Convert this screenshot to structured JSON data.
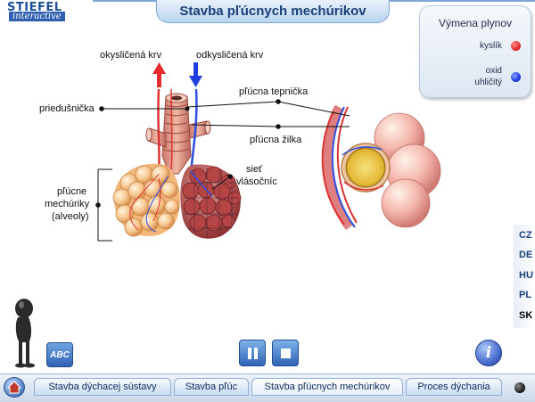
{
  "brand": {
    "line1": "STIEFEL",
    "line2": "interactive"
  },
  "header": {
    "title": "Stavba pľúcnych mechúrikov"
  },
  "gas_panel": {
    "title": "Výmena plynov",
    "items": [
      {
        "label": "kyslík",
        "color": "#e32b2b"
      },
      {
        "label": "oxid uhličitý",
        "label_line1": "oxid",
        "label_line2": "uhličitý",
        "color": "#1f3fe0"
      }
    ]
  },
  "diagram": {
    "arrow_oxygenated": "okysličená krv",
    "arrow_deoxygenated": "odkysličená krv",
    "trachea": "priedušnička",
    "artery": "pľúcna tepnička",
    "vein": "pľúcna žilka",
    "capillary_line1": "sieť",
    "capillary_line2": "vlásočníc",
    "alveoli_line1": "pľúcne",
    "alveoli_line2": "mechúriky",
    "alveoli_line3": "(alveoly)"
  },
  "languages": [
    "CZ",
    "DE",
    "HU",
    "PL",
    "SK"
  ],
  "active_language": "SK",
  "controls": {
    "abc_label": "ABC",
    "info_label": "i"
  },
  "tabs": [
    {
      "label": "Stavba dýchacej sústavy"
    },
    {
      "label": "Stavba pľúc"
    },
    {
      "label": "Stavba pľúcnych mechúrikov",
      "active": true
    },
    {
      "label": "Proces dýchania"
    }
  ],
  "colors": {
    "accent": "#1a3f78",
    "oxygen": "#e32b2b",
    "co2": "#1f3fe0"
  }
}
